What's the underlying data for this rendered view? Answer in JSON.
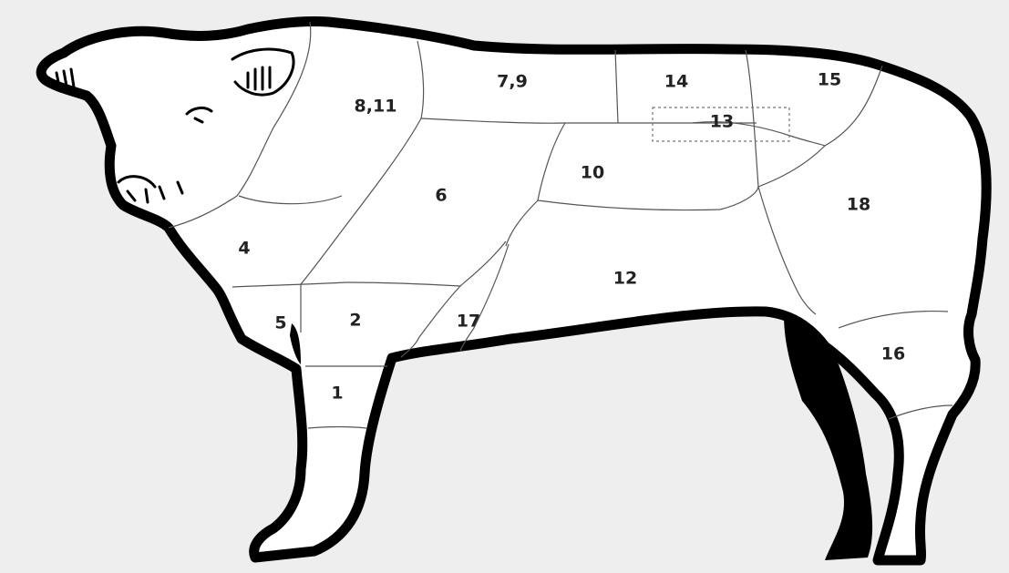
{
  "diagram": {
    "background_color": "#eeeeee",
    "body_fill": "#ffffff",
    "outline_color": "#000000",
    "label_color": "#222222",
    "cut_labels": [
      {
        "id": "cut-1",
        "text": "1"
      },
      {
        "id": "cut-2",
        "text": "2"
      },
      {
        "id": "cut-4",
        "text": "4"
      },
      {
        "id": "cut-5",
        "text": "5"
      },
      {
        "id": "cut-6",
        "text": "6"
      },
      {
        "id": "cut-7-9",
        "text": "7,9"
      },
      {
        "id": "cut-8-11",
        "text": "8,11"
      },
      {
        "id": "cut-10",
        "text": "10"
      },
      {
        "id": "cut-12",
        "text": "12"
      },
      {
        "id": "cut-13",
        "text": "13"
      },
      {
        "id": "cut-14",
        "text": "14"
      },
      {
        "id": "cut-15",
        "text": "15"
      },
      {
        "id": "cut-16",
        "text": "16"
      },
      {
        "id": "cut-17",
        "text": "17"
      },
      {
        "id": "cut-18",
        "text": "18"
      }
    ]
  }
}
